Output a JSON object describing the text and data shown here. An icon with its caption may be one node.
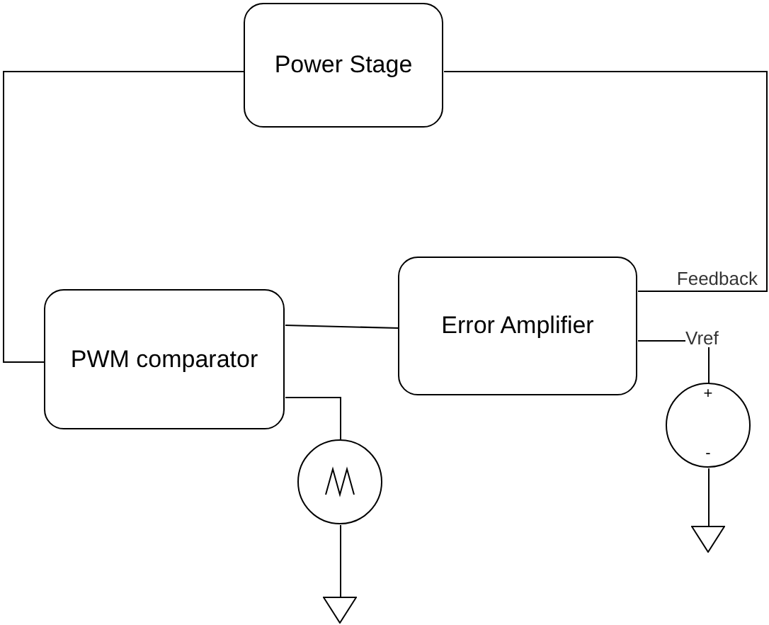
{
  "diagram": {
    "nodes": [
      {
        "text": [
          "Power Stage"
        ]
      },
      {
        "text": [
          "PWM comparator"
        ]
      },
      {
        "text": [
          "Error Amplifier"
        ]
      },
      {
        "text": [],
        "shape": "circle"
      },
      {
        "text": [],
        "shape": "triangle"
      },
      {
        "text": [
          "+",
          "-"
        ]
      },
      {
        "text": [],
        "shape": "triangle"
      }
    ],
    "edges": [
      {
        "from": 0,
        "to": 1,
        "arrow": "none"
      },
      {
        "from": 0,
        "to": 2,
        "arrow": "none",
        "label": "Feedback"
      },
      {
        "from": 1,
        "to": 2,
        "arrow": "none"
      },
      {
        "from": 1,
        "to": 3,
        "arrow": "none"
      },
      {
        "from": 3,
        "to": 4,
        "arrow": "none"
      },
      {
        "from": 2,
        "to": 5,
        "arrow": "none",
        "label": "Vref"
      },
      {
        "from": 5,
        "to": 6,
        "arrow": "none"
      }
    ]
  }
}
